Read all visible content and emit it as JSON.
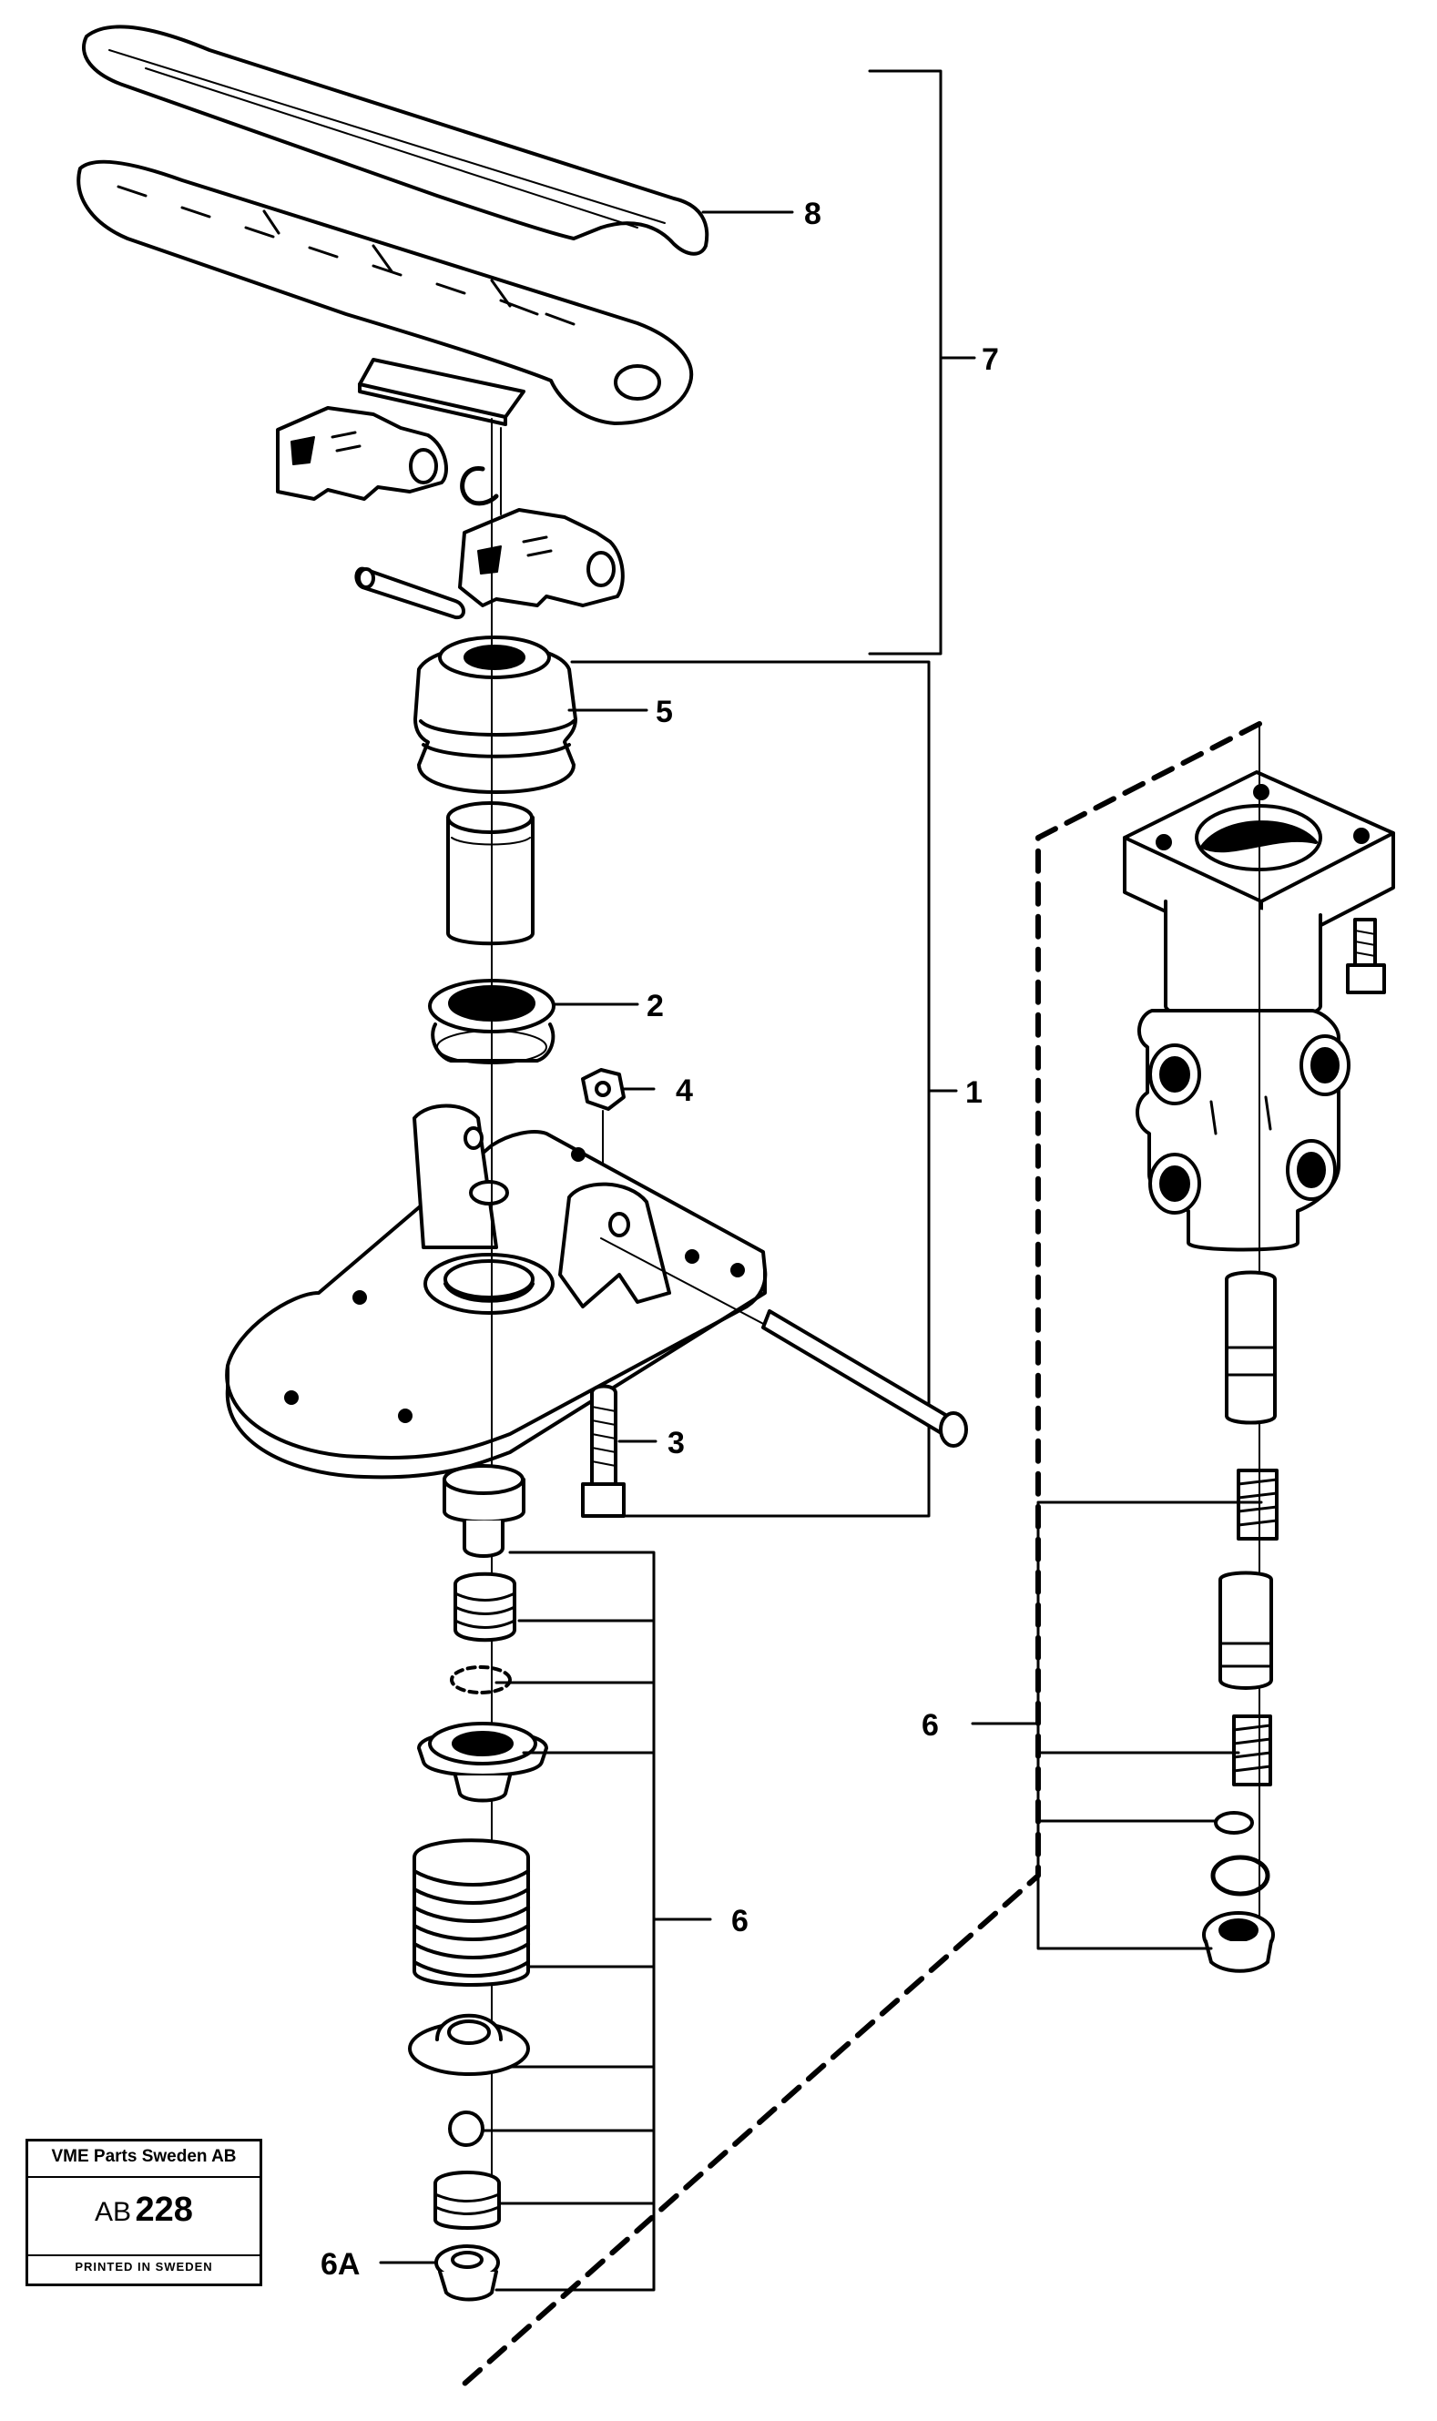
{
  "callouts": {
    "c8": "8",
    "c7": "7",
    "c5": "5",
    "c2": "2",
    "c4": "4",
    "c1": "1",
    "c3": "3",
    "c6_right": "6",
    "c6_left": "6",
    "c6A": "6A"
  },
  "stamp": {
    "company": "VME Parts Sweden AB",
    "code_prefix": "AB",
    "code_number": "228",
    "printed": "PRINTED IN SWEDEN"
  },
  "colors": {
    "ink": "#000000",
    "paper": "#ffffff"
  }
}
